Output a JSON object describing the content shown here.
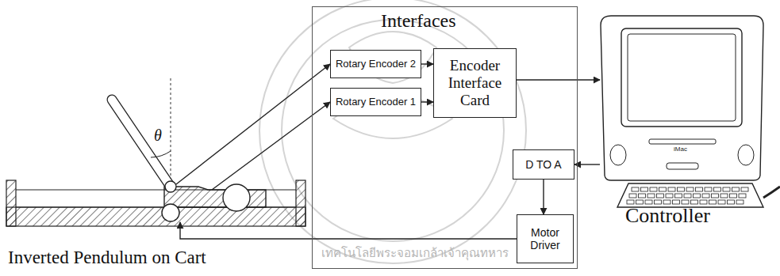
{
  "diagram": {
    "nodes": [
      {
        "text": [
          "Inverted Pendulum on Cart"
        ]
      },
      {
        "text": [
          "Interfaces"
        ]
      },
      {
        "text": [
          "Rotary Encoder 2"
        ],
        "in": 1
      },
      {
        "text": [
          "Rotary Encoder 1"
        ],
        "in": 1
      },
      {
        "text": [
          "Encoder Interface Card"
        ],
        "in": 1
      },
      {
        "text": [
          "D TO A"
        ],
        "in": 1
      },
      {
        "text": [
          "Motor Driver"
        ],
        "in": 1
      },
      {
        "text": [
          "Controller"
        ]
      }
    ],
    "edges": [
      {
        "from": 0,
        "to": 2,
        "arrow": "to"
      },
      {
        "from": 0,
        "to": 3,
        "arrow": "to"
      },
      {
        "from": 2,
        "to": 4,
        "arrow": "to"
      },
      {
        "from": 3,
        "to": 4,
        "arrow": "to"
      },
      {
        "from": 4,
        "to": 7,
        "arrow": "to"
      },
      {
        "from": 7,
        "to": 5,
        "arrow": "to"
      },
      {
        "from": 5,
        "to": 6,
        "arrow": "to"
      },
      {
        "from": 6,
        "to": 0,
        "arrow": "to"
      }
    ],
    "labels": [
      "θ",
      "เทคโนโลยีพระจอมเกล้าเจ้าคุณทหาร",
      "iMac"
    ]
  }
}
